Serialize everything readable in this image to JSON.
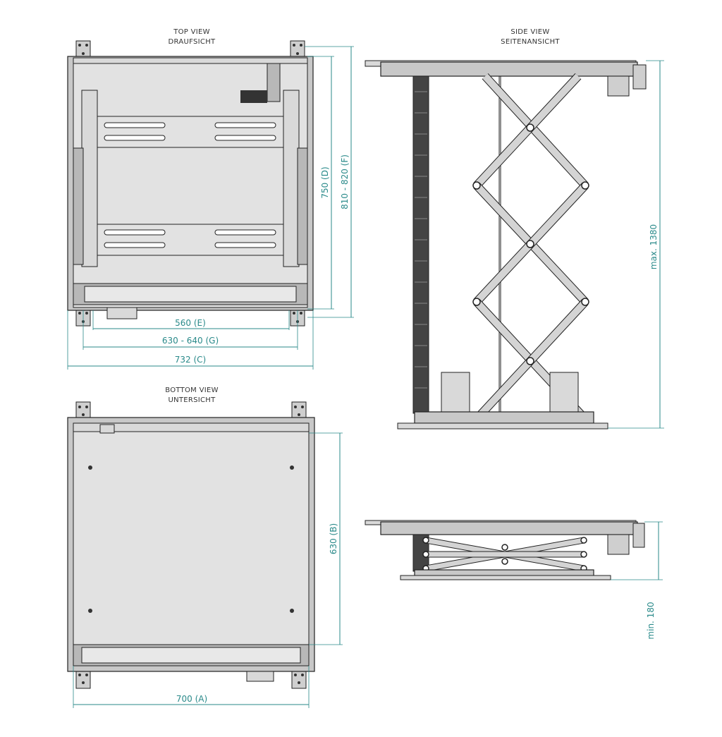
{
  "views": {
    "top": {
      "title_en": "TOP VIEW",
      "title_de": "DRAUFSICHT"
    },
    "side": {
      "title_en": "SIDE VIEW",
      "title_de": "SEITENANSICHT"
    },
    "bottom": {
      "title_en": "BOTTOM VIEW",
      "title_de": "UNTERSICHT"
    }
  },
  "dimensions": {
    "E": "560  (E)",
    "G": "630 - 640  (G)",
    "C": "732  (C)",
    "D": "750  (D)",
    "F": "810 - 820  (F)",
    "A": "700  (A)",
    "B": "630  (B)",
    "max": "max. 1380",
    "min": "min. 180"
  },
  "colors": {
    "dimension": "#2a8a8a",
    "line": "#222222",
    "metal": "#d9d9d9"
  }
}
